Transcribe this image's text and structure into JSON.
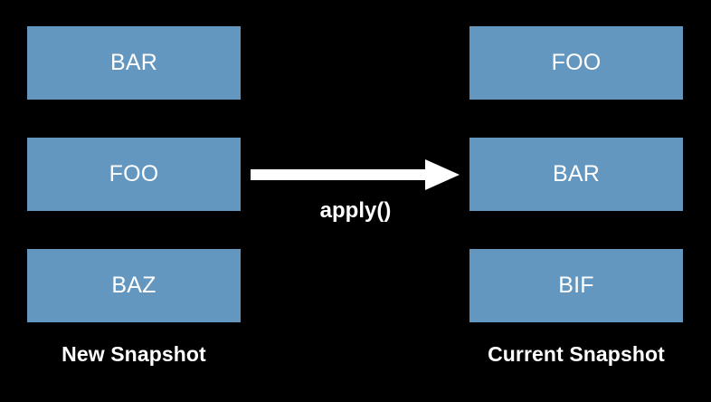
{
  "diagram": {
    "background_color": "#000000",
    "node_fill_color": "#6497bf",
    "node_text_color": "#ffffff",
    "arrow_color": "#ffffff",
    "columns": [
      {
        "id": "new-snapshot",
        "caption": "New Snapshot",
        "nodes": [
          {
            "label": "BAR"
          },
          {
            "label": "FOO"
          },
          {
            "label": "BAZ"
          }
        ]
      },
      {
        "id": "current-snapshot",
        "caption": "Current Snapshot",
        "nodes": [
          {
            "label": "FOO"
          },
          {
            "label": "BAR"
          },
          {
            "label": "BIF"
          }
        ]
      }
    ],
    "arrow": {
      "label": "apply()",
      "direction": "right",
      "from": "new-snapshot",
      "to": "current-snapshot"
    }
  }
}
